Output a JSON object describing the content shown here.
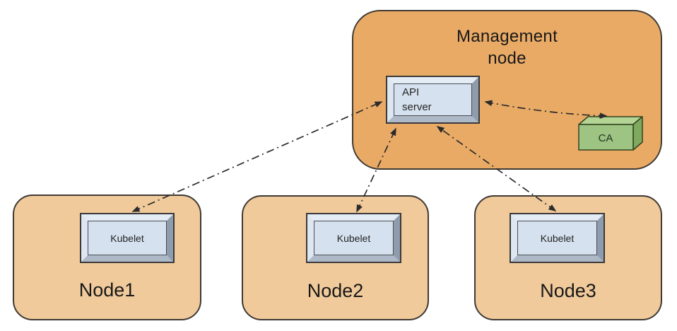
{
  "diagram": {
    "kind": "kubernetes-architecture",
    "management_node": {
      "title_line1": "Management",
      "title_line2": "node",
      "api_server": {
        "line1": "API",
        "line2": "server"
      },
      "ca": {
        "label": "CA"
      }
    },
    "nodes": [
      {
        "label": "Node1",
        "component": "Kubelet"
      },
      {
        "label": "Node2",
        "component": "Kubelet"
      },
      {
        "label": "Node3",
        "component": "Kubelet"
      }
    ],
    "connections": [
      {
        "from": "Kubelet (Node1)",
        "to": "API server",
        "style": "dash-dot",
        "bidirectional": true
      },
      {
        "from": "Kubelet (Node2)",
        "to": "API server",
        "style": "dash-dot",
        "bidirectional": true
      },
      {
        "from": "Kubelet (Node3)",
        "to": "API server",
        "style": "dash-dot",
        "bidirectional": true
      },
      {
        "from": "API server",
        "to": "CA",
        "style": "dash-dot",
        "bidirectional": true
      }
    ],
    "colors": {
      "management_node_fill": "#e9aa66",
      "worker_node_fill": "#f1ca9c",
      "component_face": "#d5e1ee",
      "component_bevel_light": "#e4ecf5",
      "component_bevel_dark": "#8e9cae",
      "ca_front": "#9dc483",
      "ca_top": "#b3d494",
      "ca_side": "#7fa95f",
      "connection_line": "#2b2b2b",
      "box_border": "#3f3a33"
    }
  }
}
